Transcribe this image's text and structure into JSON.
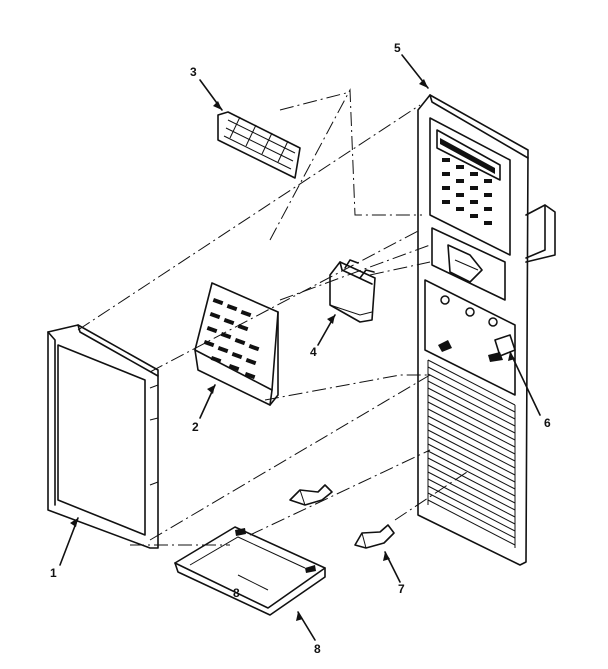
{
  "callouts": {
    "c1": "1",
    "c2": "2",
    "c3": "3",
    "c4": "4",
    "c5": "5",
    "c6": "6",
    "c7": "7",
    "c8": "8",
    "c8b": "8"
  }
}
